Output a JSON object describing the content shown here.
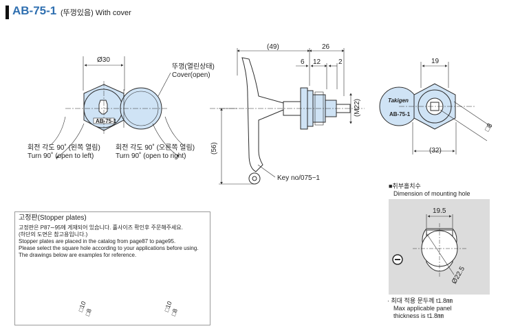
{
  "header": {
    "code": "AB-75-1",
    "subtitle": "(뚜껑있음) With cover"
  },
  "front_view": {
    "diameter": "Ø30",
    "cover_label_ko": "뚜껑(열린상태)",
    "cover_label_en": "Cover(open)",
    "plate_text": "AB-75-1",
    "turn_left_ko": "회전 각도 90˚ (왼쪽 열림)",
    "turn_left_en": "Turn 90˚ (open to left)",
    "turn_right_ko": "회전 각도 90˚ (오른쪽 열림)",
    "turn_right_en": "Turn 90˚ (open to right)"
  },
  "side_view": {
    "dim_total": "(49)",
    "dim_26": "26",
    "dim_6": "6",
    "dim_12": "12",
    "dim_2": "2",
    "dim_thread": "(M22)",
    "dim_height": "(56)",
    "key_label": "Key no/075−1"
  },
  "rear_view": {
    "dim_19": "19",
    "dim_32": "(32)",
    "dim_square": "□8",
    "brand": "Takigen",
    "plate_text": "AB-75-1"
  },
  "stopper": {
    "title": "고정판(Stopper plates)",
    "lines": [
      "고정판은 P87∼95에 게재되어 있습니다. 홀사이즈 확인후 주문해주세요.",
      "(하단의 도면은 참고용입니다.)",
      "Stopper plates are placed in the catalog from page87 to page95.",
      "Please select the square hole according to your applications before using.",
      "The drawings below are examples for reference."
    ],
    "plate1_dims": [
      "□10",
      "□8"
    ],
    "plate2_dims": [
      "□10",
      "□8"
    ]
  },
  "mounting": {
    "title_ko": "■취부홀치수",
    "title_en": "Dimension of mounting hole",
    "dim_width": "19.5",
    "dim_diameter": "Ø22.5",
    "note_ko": "· 최대 적용 문두께 t1.8㎜",
    "note_en_1": "Max applicable panel",
    "note_en_2": "thickness is t1.8㎜"
  },
  "colors": {
    "part_fill": "#cfe3f5",
    "part_stroke": "#2a2a2a",
    "title_blue": "#2f6fb0",
    "panel_gray": "#dcdcdc"
  }
}
